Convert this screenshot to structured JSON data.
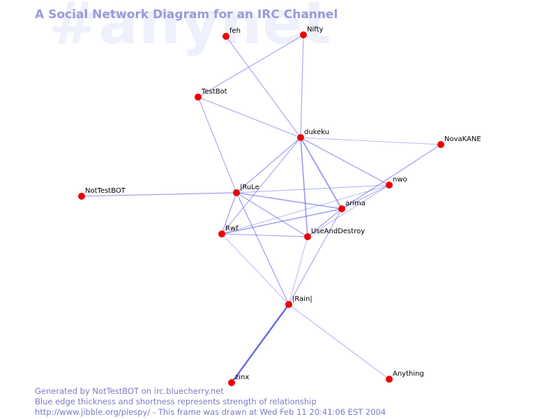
{
  "watermark": "#anynet",
  "title": "A Social Network Diagram for an IRC Channel",
  "footer": {
    "line1": "Generated by NotTestBOT on irc.bluecherry.net",
    "line2": "Blue edge thickness and shortness represents strength of relationship",
    "line3": "http://www.jibble.org/piespy/ - This frame was drawn at Wed Feb 11 20:41:06 EST 2004"
  },
  "colors": {
    "node": "#ee0000",
    "edge": "#6a6ae8",
    "title": "#9a9ad8",
    "watermark": "#eef0fb",
    "footer": "#7b7bc4"
  },
  "nodes": [
    {
      "id": "feh",
      "label": "feh"
    },
    {
      "id": "Nifty",
      "label": "Nifty"
    },
    {
      "id": "TestBot",
      "label": "TestBot"
    },
    {
      "id": "dukeku",
      "label": "dukeku"
    },
    {
      "id": "NovaKANE",
      "label": "NovaKANE"
    },
    {
      "id": "NotTestBOT",
      "label": "NotTestBOT"
    },
    {
      "id": "IRule",
      "label": "|RuLe"
    },
    {
      "id": "nwo",
      "label": "nwo"
    },
    {
      "id": "arima",
      "label": "arima"
    },
    {
      "id": "Rwf",
      "label": "Rwf"
    },
    {
      "id": "UseAndDestroy",
      "label": "UseAndDestroy"
    },
    {
      "id": "Rain",
      "label": "|Rain|"
    },
    {
      "id": "zinx",
      "label": "zinx"
    },
    {
      "id": "Anything",
      "label": "Anything"
    }
  ],
  "edges": [
    {
      "source": "feh",
      "target": "dukeku",
      "weight": 1
    },
    {
      "source": "Nifty",
      "target": "dukeku",
      "weight": 1
    },
    {
      "source": "Nifty",
      "target": "TestBot",
      "weight": 1
    },
    {
      "source": "TestBot",
      "target": "dukeku",
      "weight": 1
    },
    {
      "source": "TestBot",
      "target": "IRule",
      "weight": 1
    },
    {
      "source": "dukeku",
      "target": "NovaKANE",
      "weight": 0.6
    },
    {
      "source": "dukeku",
      "target": "IRule",
      "weight": 1.2
    },
    {
      "source": "dukeku",
      "target": "nwo",
      "weight": 1.2
    },
    {
      "source": "dukeku",
      "target": "arima",
      "weight": 1.8
    },
    {
      "source": "dukeku",
      "target": "UseAndDestroy",
      "weight": 1.6
    },
    {
      "source": "dukeku",
      "target": "Rwf",
      "weight": 1
    },
    {
      "source": "NovaKANE",
      "target": "arima",
      "weight": 1.2
    },
    {
      "source": "NotTestBOT",
      "target": "IRule",
      "weight": 1.2
    },
    {
      "source": "IRule",
      "target": "nwo",
      "weight": 0.8
    },
    {
      "source": "IRule",
      "target": "arima",
      "weight": 1.4
    },
    {
      "source": "IRule",
      "target": "Rwf",
      "weight": 1.2
    },
    {
      "source": "IRule",
      "target": "UseAndDestroy",
      "weight": 1.2
    },
    {
      "source": "IRule",
      "target": "Rain",
      "weight": 1.2
    },
    {
      "source": "nwo",
      "target": "arima",
      "weight": 1
    },
    {
      "source": "nwo",
      "target": "UseAndDestroy",
      "weight": 0.6
    },
    {
      "source": "nwo",
      "target": "Rwf",
      "weight": 0.6
    },
    {
      "source": "arima",
      "target": "Rwf",
      "weight": 1.4
    },
    {
      "source": "arima",
      "target": "UseAndDestroy",
      "weight": 1.2
    },
    {
      "source": "arima",
      "target": "Rain",
      "weight": 1
    },
    {
      "source": "Rwf",
      "target": "UseAndDestroy",
      "weight": 1
    },
    {
      "source": "UseAndDestroy",
      "target": "Rain",
      "weight": 0.6
    },
    {
      "source": "Rain",
      "target": "zinx",
      "weight": 3
    },
    {
      "source": "Rain",
      "target": "Anything",
      "weight": 0.8
    },
    {
      "source": "Rwf",
      "target": "Rain",
      "weight": 0.6
    }
  ]
}
